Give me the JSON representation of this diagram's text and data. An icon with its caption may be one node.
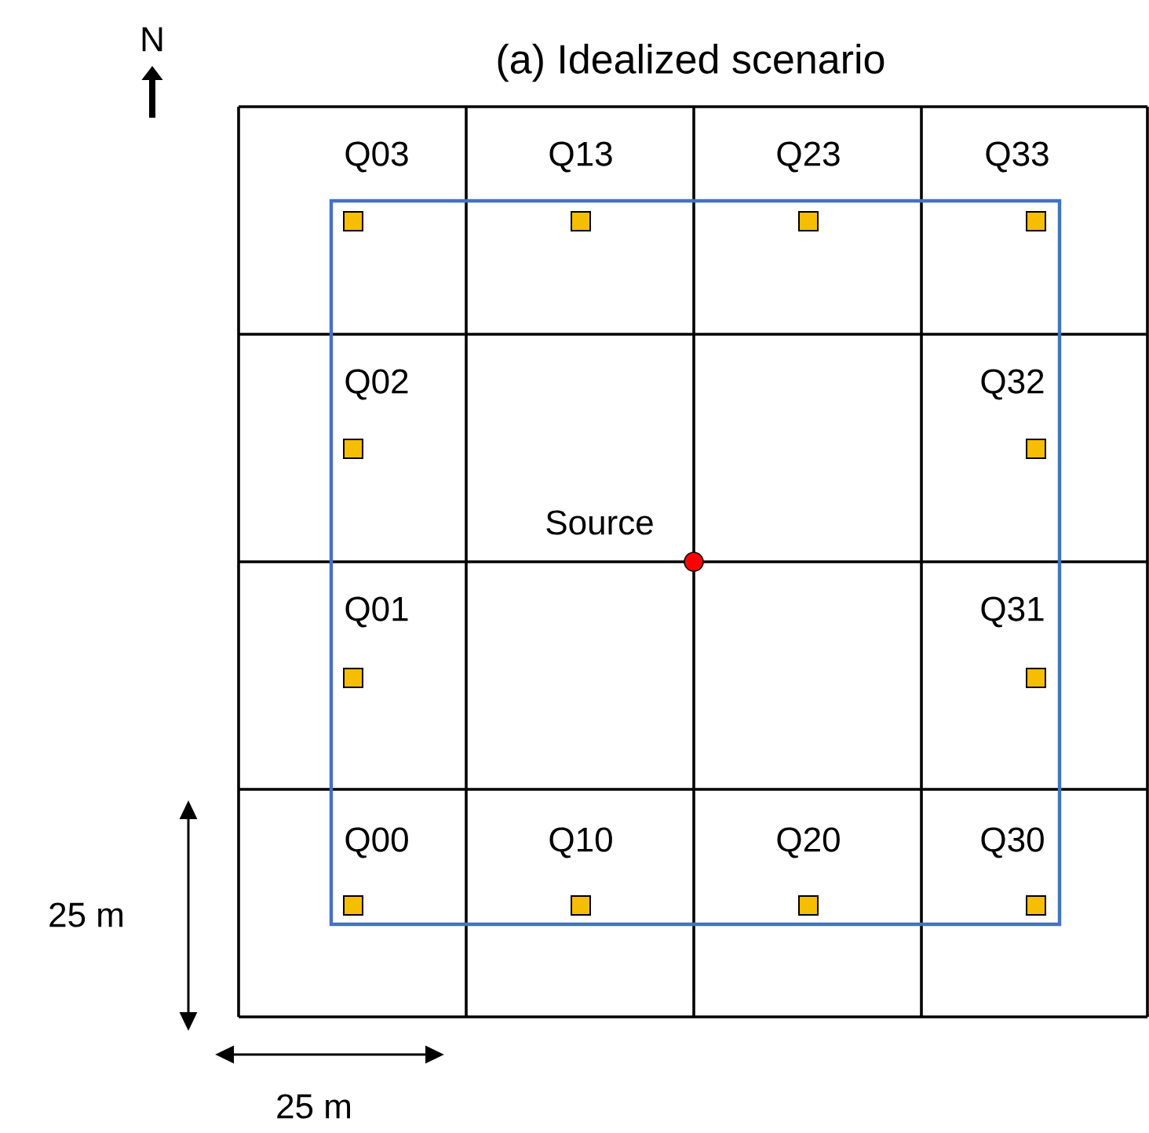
{
  "diagram": {
    "title": "(a) Idealized scenario",
    "labels": [
      "N",
      "Q03",
      "Q13",
      "Q23",
      "Q33",
      "Q02",
      "Q32",
      "Source",
      "Q01",
      "Q31",
      "Q00",
      "Q10",
      "Q20",
      "Q30",
      "25 m",
      "25 m"
    ]
  }
}
